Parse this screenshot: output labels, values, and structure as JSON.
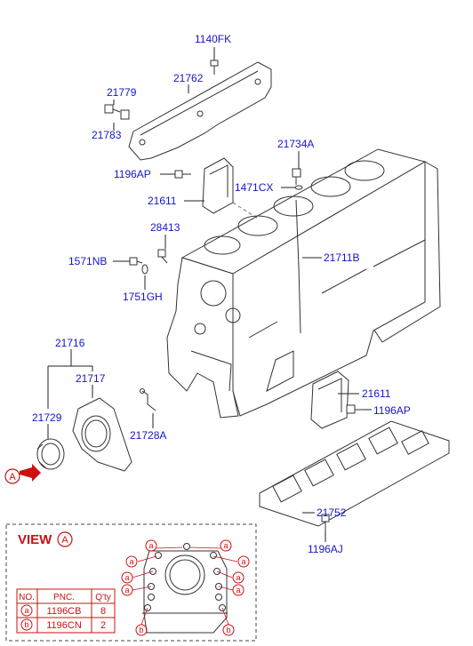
{
  "parts": {
    "p1140fk": "1140FK",
    "p21762": "21762",
    "p21779": "21779",
    "p21783": "21783",
    "p21734a": "21734A",
    "p1196ap_top": "1196AP",
    "p1471cx": "1471CX",
    "p21611_top": "21611",
    "p28413": "28413",
    "p21711b": "21711B",
    "p1571nb": "1571NB",
    "p1751gh": "1751GH",
    "p21716": "21716",
    "p21717": "21717",
    "p21729": "21729",
    "p21728a": "21728A",
    "p21611_bottom": "21611",
    "p1196ap_bottom": "1196AP",
    "p21752": "21752",
    "p1196aj": "1196AJ"
  },
  "view_marker": "A",
  "view_box": {
    "title": "VIEW",
    "marker": "A",
    "callout_a": "a",
    "callout_b": "b",
    "table": {
      "headers": [
        "NO.",
        "PNC.",
        "Q'ty"
      ],
      "rows": [
        {
          "no": "a",
          "pnc": "1196CB",
          "qty": "8"
        },
        {
          "no": "b",
          "pnc": "1196CN",
          "qty": "2"
        }
      ]
    }
  },
  "colors": {
    "label_blue": "#1515c8",
    "view_red": "#cc1111",
    "line": "#222222"
  }
}
